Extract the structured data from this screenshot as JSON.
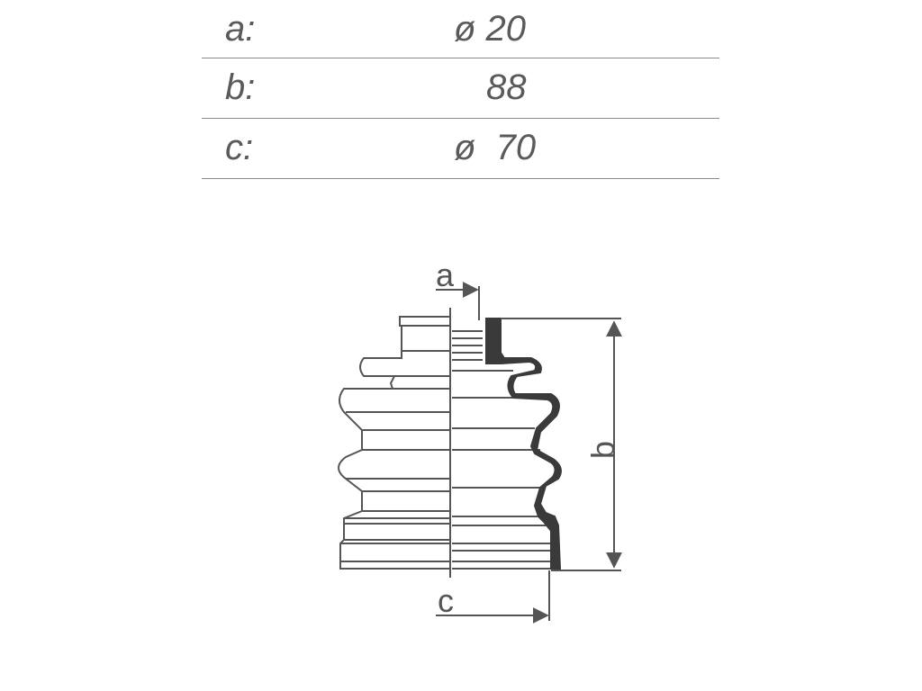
{
  "specs": [
    {
      "key": "a:",
      "value": "ø 20"
    },
    {
      "key": "b:",
      "value": "88"
    },
    {
      "key": "c:",
      "value": "ø  70"
    }
  ],
  "diagram": {
    "label_a": "a",
    "label_b": "b",
    "label_c": "c",
    "line_color": "#555555",
    "fill_color": "#3a3a3a"
  }
}
